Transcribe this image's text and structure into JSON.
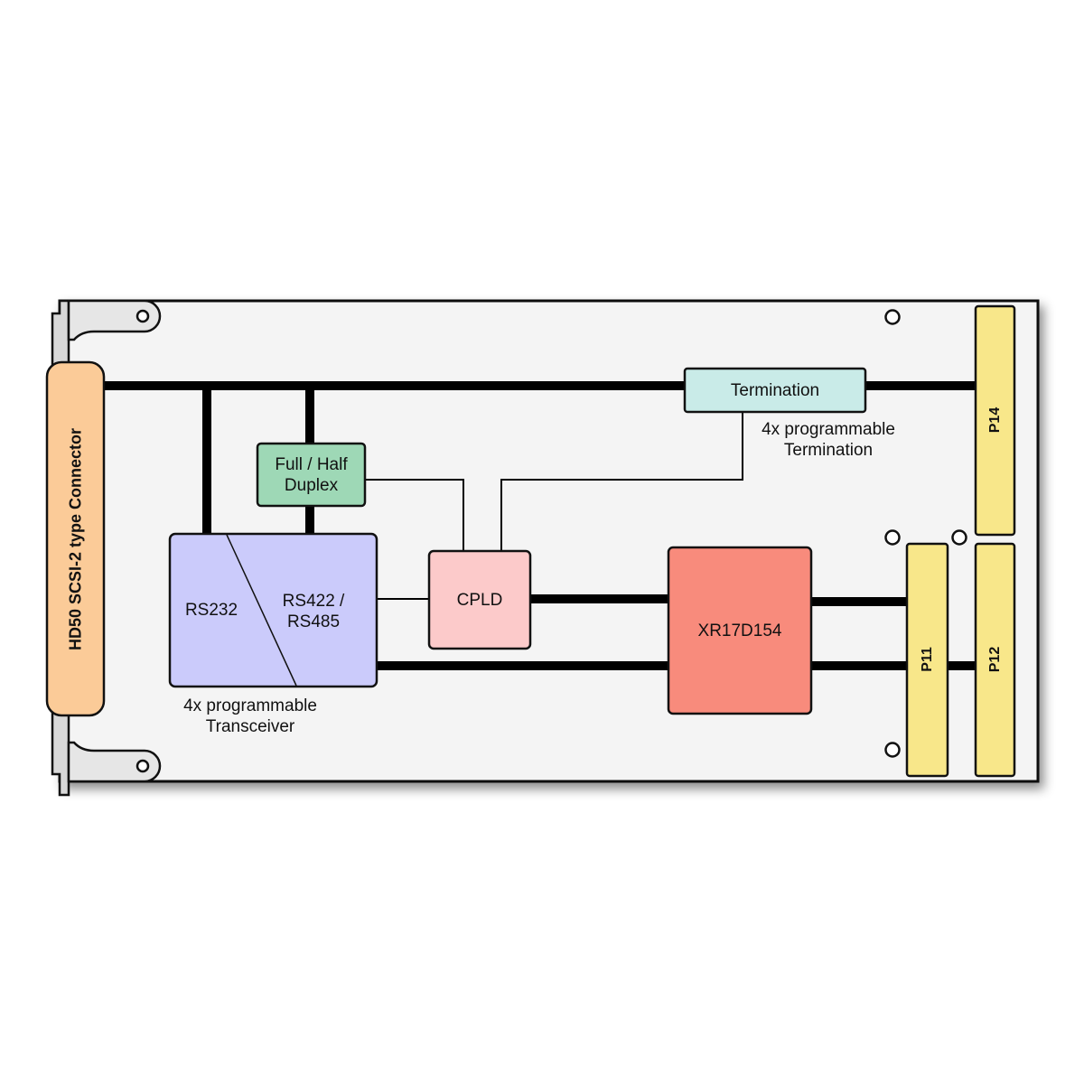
{
  "diagram": {
    "connector": {
      "label": "HD50 SCSI-2 type Connector",
      "color": "#fbcb98"
    },
    "termination": {
      "label": "Termination",
      "note": "4x programmable\nTermination",
      "color": "#c9ebe8"
    },
    "duplex": {
      "label": "Full / Half\nDuplex",
      "color": "#9ed8b6"
    },
    "transceiver": {
      "left_label": "RS232",
      "right_label": "RS422 /\nRS485",
      "note": "4x programmable\nTransceiver",
      "color": "#cbcbfb"
    },
    "cpld": {
      "label": "CPLD",
      "color": "#fccaca"
    },
    "uart": {
      "label": "XR17D154",
      "color": "#f88b7c"
    },
    "headers": {
      "p14": {
        "label": "P14"
      },
      "p11": {
        "label": "P11"
      },
      "p12": {
        "label": "P12"
      },
      "color": "#f8e78a"
    },
    "board_color": "#f4f4f4"
  }
}
